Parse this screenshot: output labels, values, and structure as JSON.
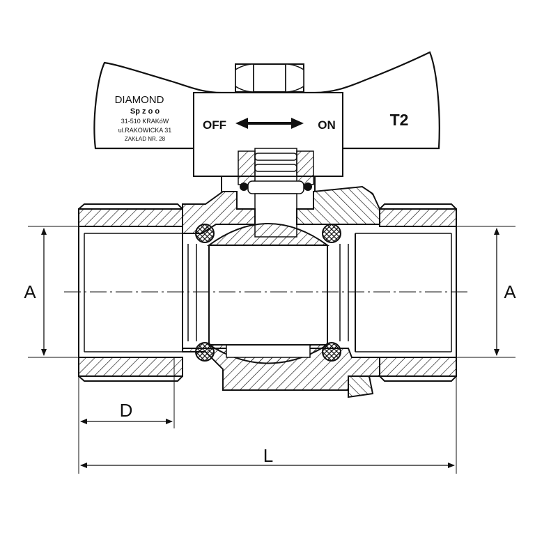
{
  "handle": {
    "brand": "DIAMOND",
    "company": "Sp  z o o",
    "address_line1": "31-510 KRAKóW",
    "address_line2": "ul.RAKOWICKA 31",
    "factory": "ZAKŁAD NR. 28",
    "off_label": "OFF",
    "on_label": "ON",
    "model": "T2"
  },
  "dimensions": {
    "a_left": "A",
    "a_right": "A",
    "d": "D",
    "l": "L"
  }
}
